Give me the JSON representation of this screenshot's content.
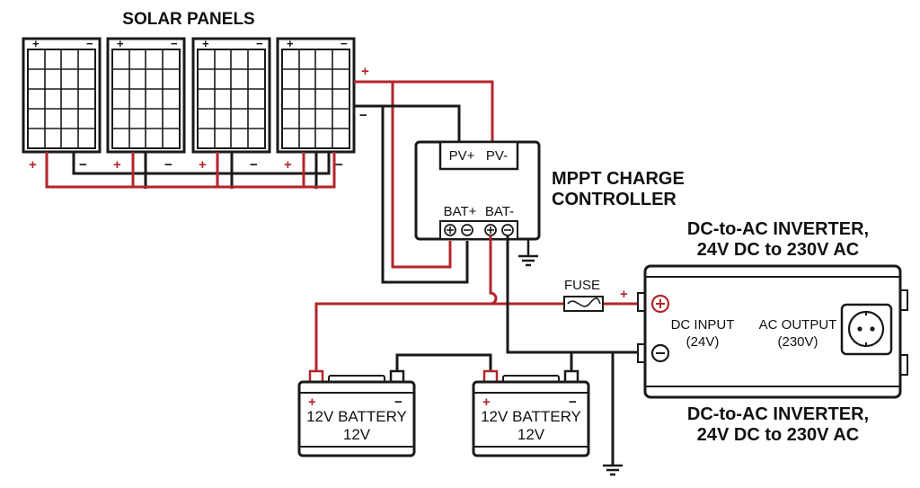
{
  "diagram": {
    "panels_label": "SOLAR PANELS",
    "panel_plus": "+",
    "panel_minus": "−",
    "controller": {
      "title_line1": "MPPT CHARGE",
      "title_line2": "CONTROLLER",
      "pv_plus": "PV+",
      "pv_minus": "PV-",
      "bat_plus": "BAT+",
      "bat_minus": "BAT-"
    },
    "array_plus": "+",
    "array_minus": "−",
    "fuse": "FUSE",
    "inverter": {
      "title_top_line1": "DC-to-AC INVERTER,",
      "title_top_line2": "24V DC to 230V AC",
      "title_bottom_line1": "DC-to-AC INVERTER,",
      "title_bottom_line2": "24V DC to 230V AC",
      "dc_input": "DC INPUT",
      "dc_input_sub": "(24V)",
      "ac_output": "AC OUTPUT",
      "ac_output_sub": "(230V)",
      "plus_marker": "+"
    },
    "batteries": [
      {
        "line1": "12V BATTERY",
        "line2": "12V",
        "plus": "+",
        "minus": "−"
      },
      {
        "line1": "12V BATTERY",
        "line2": "12V",
        "plus": "+",
        "minus": "−"
      }
    ],
    "colors": {
      "positive": "#b3262a",
      "negative": "#1a1a1a",
      "panel_fill": "#ffffff"
    }
  }
}
